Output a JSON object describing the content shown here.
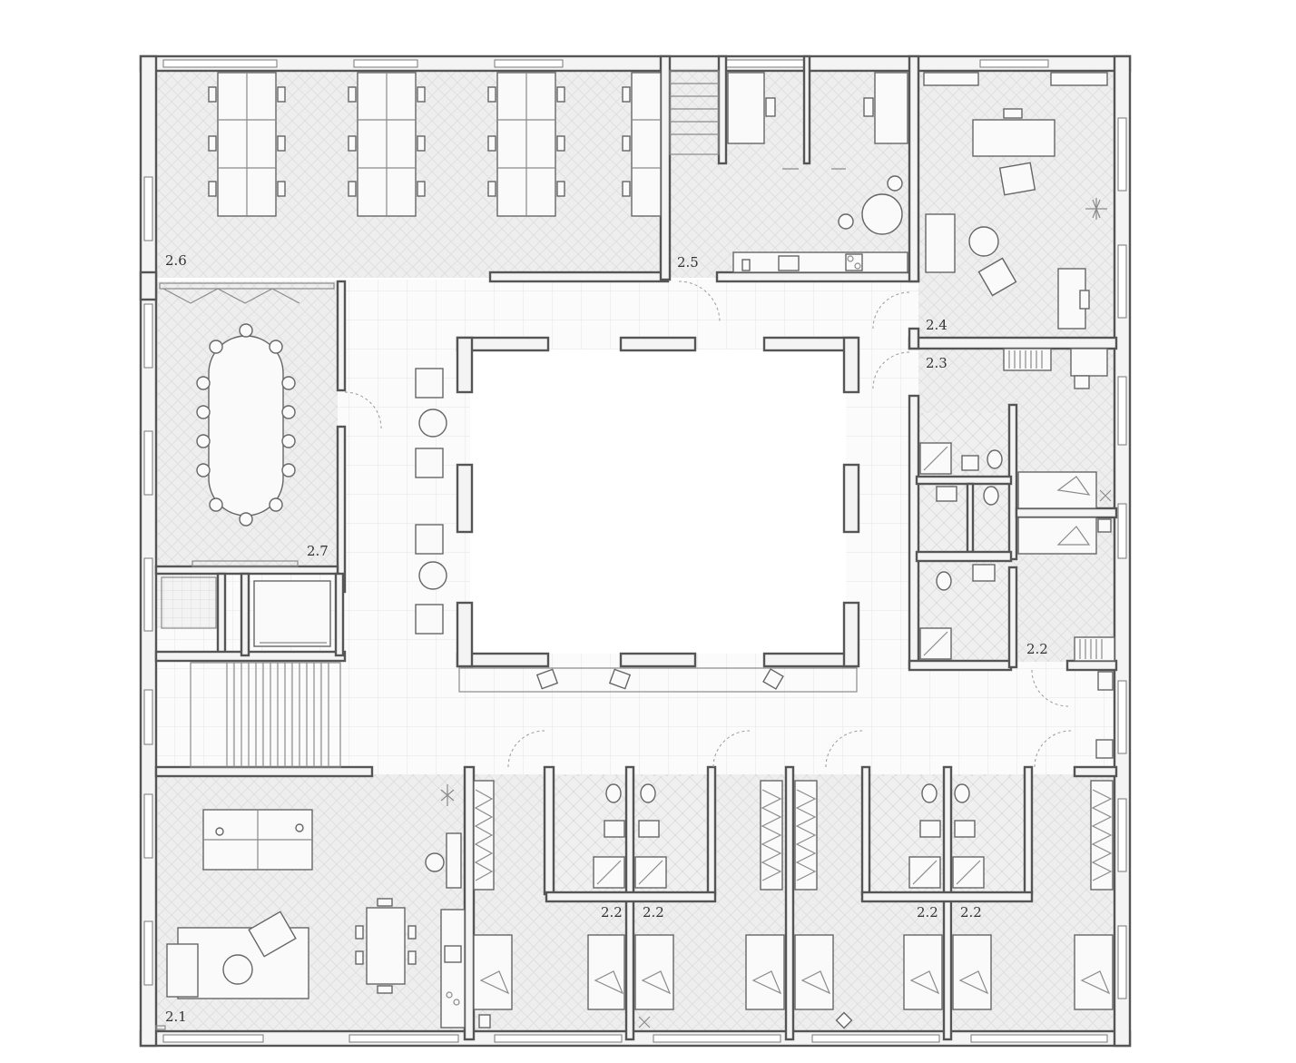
{
  "rooms": {
    "r21": "2.1",
    "r22a": "2.2",
    "r22b": "2.2",
    "r22c": "2.2",
    "r22d": "2.2",
    "r22e": "2.2",
    "r23": "2.3",
    "r24": "2.4",
    "r25": "2.5",
    "r26": "2.6",
    "r27": "2.7"
  },
  "colors": {
    "wall": "#555555",
    "floor": "#eeeeee",
    "background": "#ffffff"
  }
}
